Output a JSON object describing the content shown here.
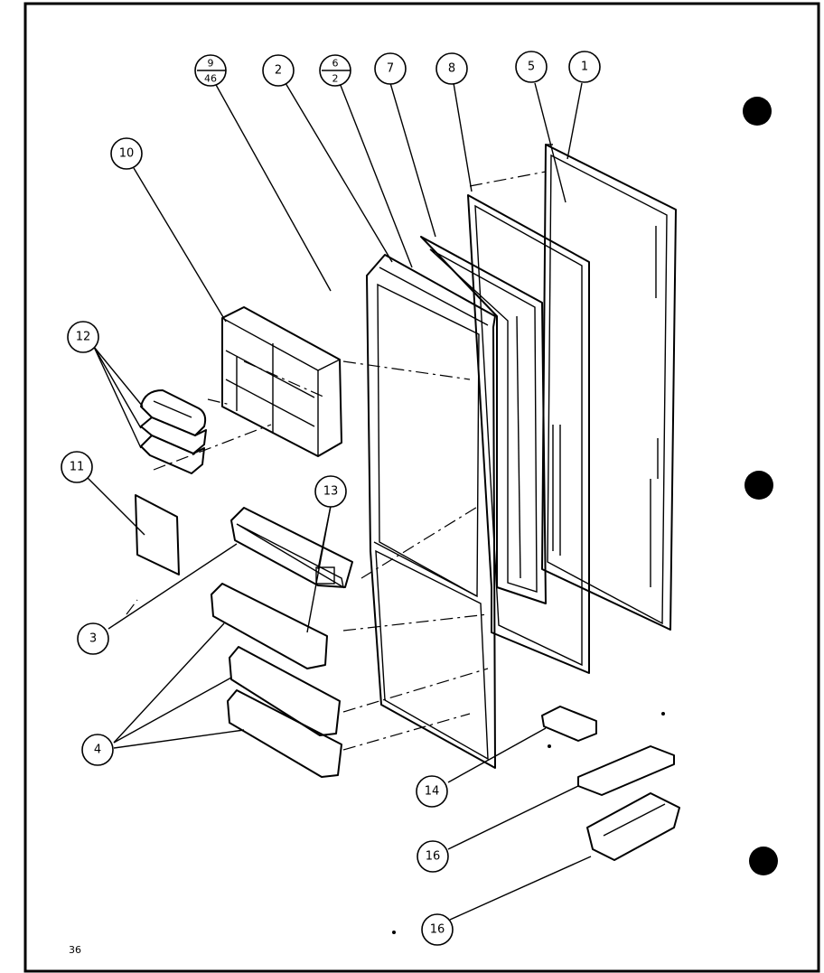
{
  "page_number": "36",
  "callouts": [
    {
      "label": "1"
    },
    {
      "label": "2"
    },
    {
      "label": "3"
    },
    {
      "label": "4"
    },
    {
      "label": "5"
    },
    {
      "label": "7"
    },
    {
      "label": "8"
    },
    {
      "label": "10"
    },
    {
      "label": "11"
    },
    {
      "label": "12"
    },
    {
      "label": "13"
    },
    {
      "label": "14"
    },
    {
      "label": "16"
    },
    {
      "label": "16"
    }
  ],
  "fraction_callouts": [
    {
      "top": "9",
      "bottom": "46"
    },
    {
      "top": "6",
      "bottom": "2"
    }
  ]
}
